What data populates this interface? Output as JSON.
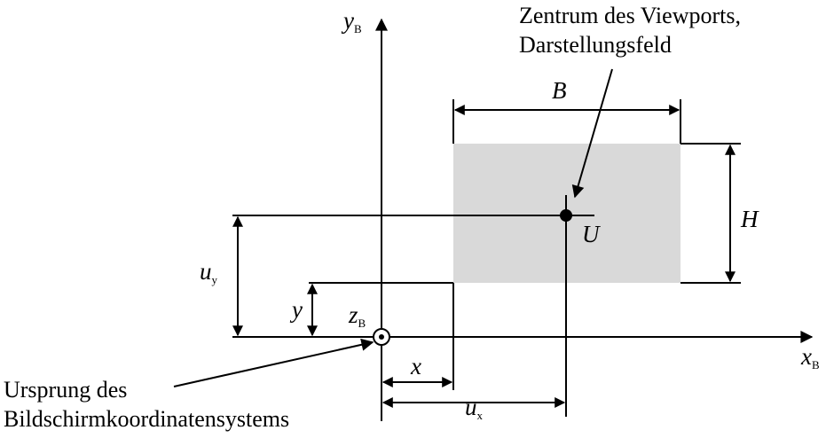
{
  "diagram": {
    "colors": {
      "line": "#000000",
      "viewport_fill": "#d9d9d9",
      "background": "#ffffff"
    },
    "axes": {
      "x_label": "x",
      "x_sub": "B",
      "y_label": "y",
      "y_sub": "B",
      "z_label": "z",
      "z_sub": "B"
    },
    "annotations": {
      "viewport_center_line1": "Zentrum des Viewports,",
      "viewport_center_line2": "Darstellungsfeld",
      "origin_line1": "Ursprung des",
      "origin_line2": "Bildschirmkoordinatensystems"
    },
    "dimensions": {
      "width": "B",
      "height": "H",
      "center": "U",
      "x": "x",
      "y": "y",
      "ux": "u",
      "ux_sub": "x",
      "uy": "u",
      "uy_sub": "y"
    }
  }
}
